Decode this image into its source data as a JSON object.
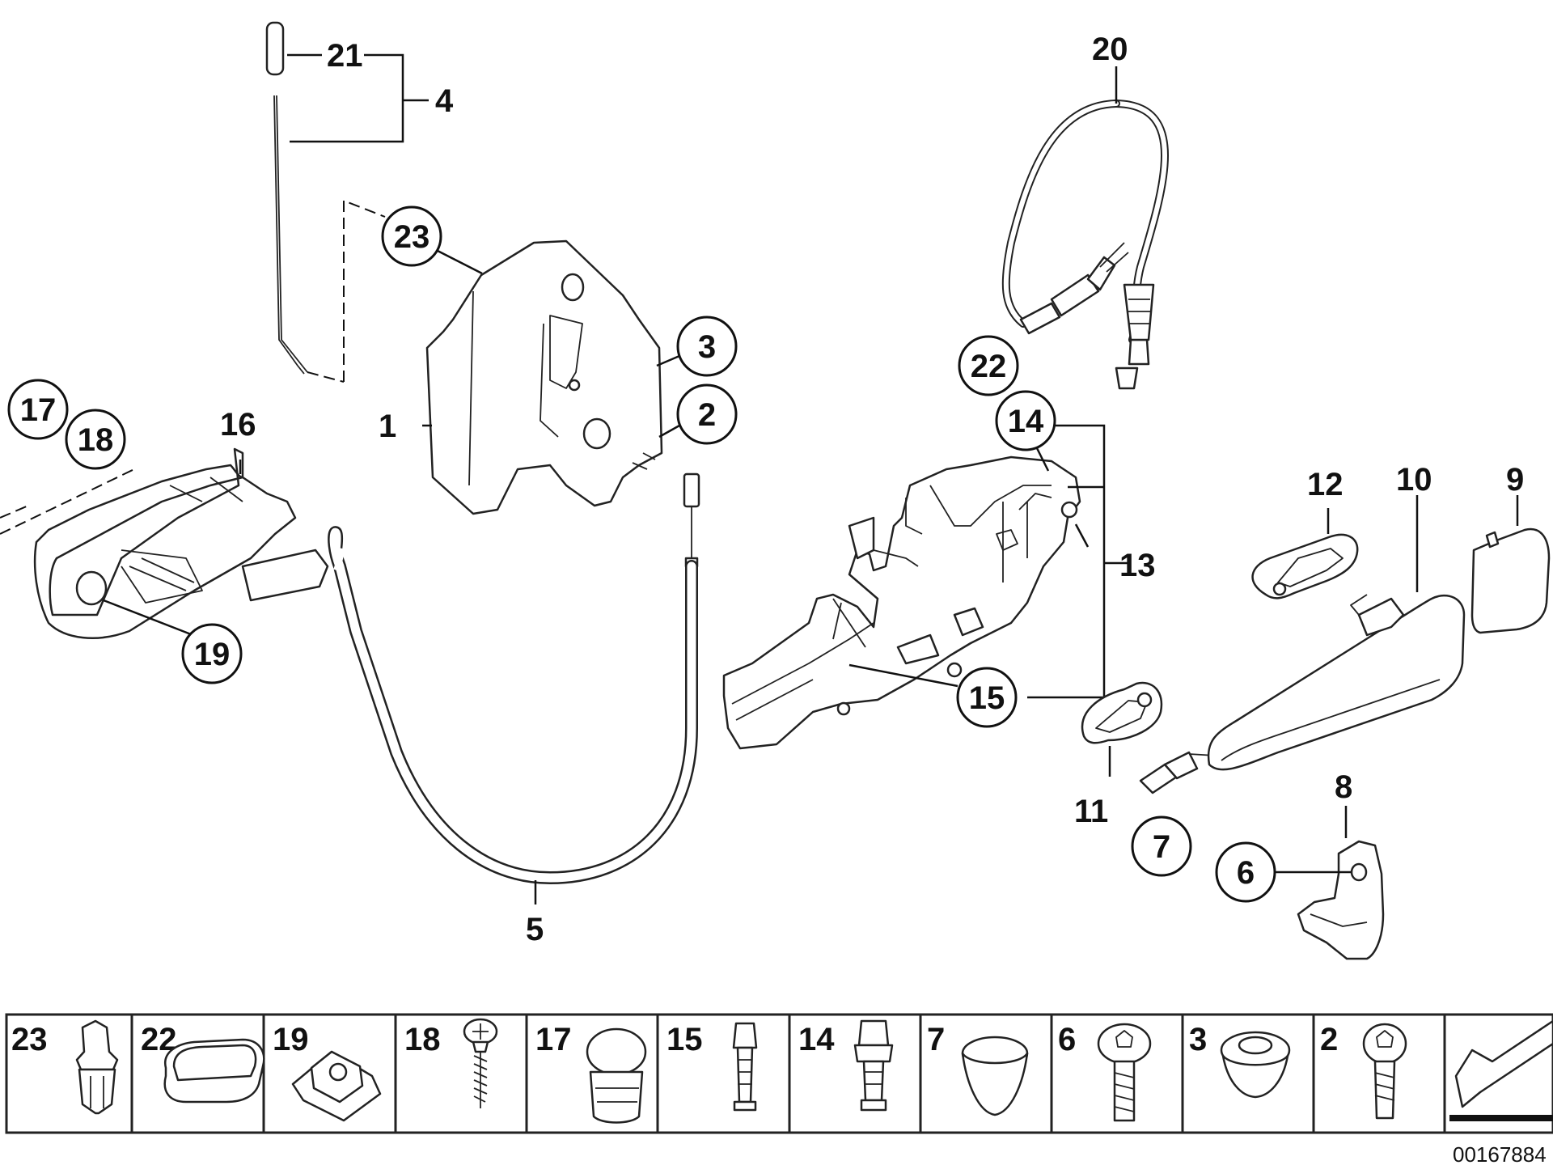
{
  "callouts": {
    "c1": "1",
    "c2": "2",
    "c3": "3",
    "c4": "4",
    "c5": "5",
    "c6": "6",
    "c7": "7",
    "c8": "8",
    "c9": "9",
    "c10": "10",
    "c11": "11",
    "c12": "12",
    "c13": "13",
    "c14": "14",
    "c15": "15",
    "c16": "16",
    "c17": "17",
    "c18": "18",
    "c19": "19",
    "c20": "20",
    "c21": "21",
    "c22": "22",
    "c23": "23"
  },
  "legend": [
    {
      "label": "23",
      "icon": "clip-icon"
    },
    {
      "label": "22",
      "icon": "cap-icon"
    },
    {
      "label": "19",
      "icon": "clip-nut-icon"
    },
    {
      "label": "18",
      "icon": "screw-icon"
    },
    {
      "label": "17",
      "icon": "plug-icon"
    },
    {
      "label": "15",
      "icon": "bolt-icon"
    },
    {
      "label": "14",
      "icon": "bolt-icon"
    },
    {
      "label": "7",
      "icon": "grommet-icon"
    },
    {
      "label": "6",
      "icon": "torx-screw-icon"
    },
    {
      "label": "3",
      "icon": "grommet-icon"
    },
    {
      "label": "2",
      "icon": "torx-screw-icon"
    }
  ],
  "reference_number": "00167884"
}
